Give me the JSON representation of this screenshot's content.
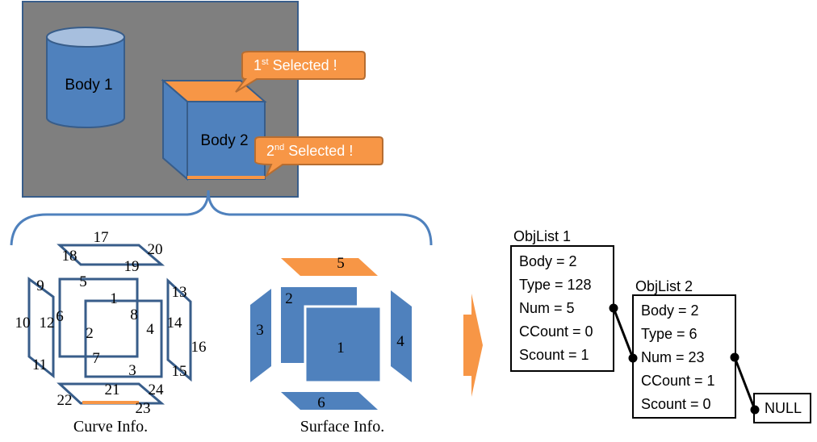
{
  "colors": {
    "blue": "#4f81bd",
    "blue_dark": "#385d8a",
    "orange": "#f79646",
    "orange_dark": "#b66d31",
    "panel_gray": "#7f7f7f",
    "panel_border": "#385d8a",
    "cylinder_top": "#a7bfde"
  },
  "viewport": {
    "body1_label": "Body 1",
    "body2_label": "Body 2",
    "callout1": {
      "prefix": "1",
      "sup": "st",
      "text": " Selected !"
    },
    "callout2": {
      "prefix": "2",
      "sup": "nd",
      "text": " Selected !"
    }
  },
  "curves": {
    "caption": "Curve Info.",
    "labels": [
      "1",
      "2",
      "3",
      "4",
      "5",
      "6",
      "7",
      "8",
      "9",
      "10",
      "11",
      "12",
      "13",
      "14",
      "15",
      "16",
      "17",
      "18",
      "19",
      "20",
      "21",
      "22",
      "23",
      "24"
    ]
  },
  "surfaces": {
    "caption": "Surface Info.",
    "labels": [
      "1",
      "2",
      "3",
      "4",
      "5",
      "6"
    ]
  },
  "objlist1": {
    "title": "ObjList 1",
    "rows": [
      "Body = 2",
      "Type = 128",
      "Num = 5",
      "CCount = 0",
      "Scount = 1"
    ]
  },
  "objlist2": {
    "title": "ObjList 2",
    "rows": [
      "Body = 2",
      "Type = 6",
      "Num = 23",
      "CCount = 1",
      "Scount = 0"
    ]
  },
  "null_box": "NULL"
}
